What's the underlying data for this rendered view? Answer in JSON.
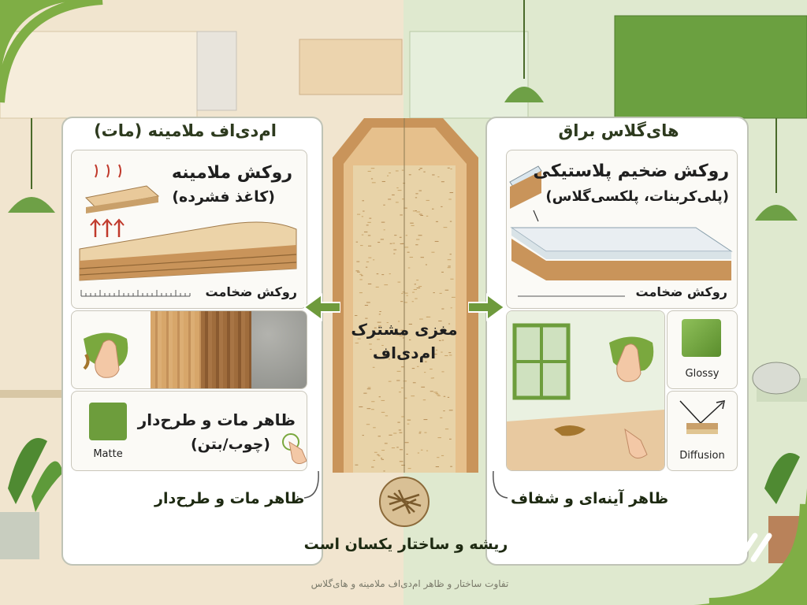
{
  "left_panel": {
    "title": "ام‌دی‌اف ملامینه (مات)",
    "coating_title": "روکش ملامینه",
    "coating_subtitle": "(کاغذ فشرده)",
    "thickness_label": "روکش ضخامت",
    "surface_title": "ظاهر مات و طرح‌دار",
    "surface_subtitle": "(چوب/بتن)",
    "swatch_label": "Matte"
  },
  "right_panel": {
    "title": "های‌گلاس براق",
    "coating_title": "روکش ضخیم پلاستیکی",
    "coating_subtitle": "(پلی‌کربنات، پلکسی‌گلاس)",
    "thickness_label": "روکش ضخامت",
    "swatch_glossy": "Glossy",
    "swatch_diffusion": "Diffusion"
  },
  "center": {
    "core_title": "مغزی مشترک",
    "core_subtitle": "ام‌دی‌اف"
  },
  "captions": {
    "left": "ظاهر مات و طرح‌دار",
    "right": "ظاهر آینه‌ای و شفاف",
    "bottom": "ریشه و ساختار یکسان است"
  },
  "footer_text": "تفاوت ساختار و ظاهر ام‌دی‌اف ملامینه و های‌گلاس",
  "colors": {
    "accent_green": "#6e9a3c",
    "frame_green": "#7fae45",
    "wood": "#c9a06a",
    "core": "#e8d3a8"
  }
}
